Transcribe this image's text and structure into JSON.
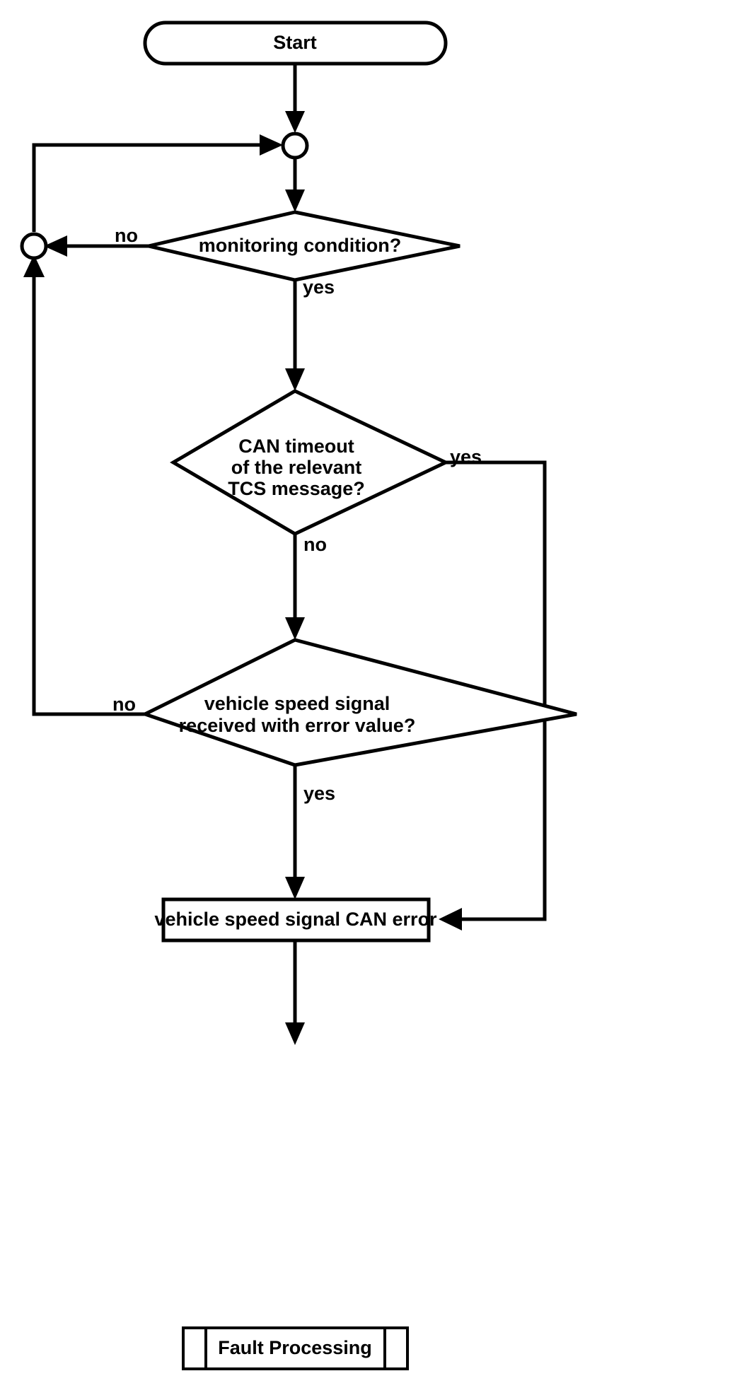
{
  "diagram": {
    "type": "flowchart",
    "title": "Vehicle speed signal CAN error monitoring flowchart",
    "background_color": "#ffffff",
    "line_color": "#000000",
    "text_color": "#000000",
    "nodes": {
      "start": {
        "shape": "terminator",
        "label": "Start"
      },
      "loop_junction": {
        "shape": "connector-circle",
        "label": ""
      },
      "left_junction": {
        "shape": "connector-circle",
        "label": ""
      },
      "monitoring_condition": {
        "shape": "decision",
        "label": "monitoring condition?"
      },
      "can_timeout": {
        "shape": "decision",
        "line1": "CAN timeout",
        "line2": "of the relevant",
        "line3": "TCS message?"
      },
      "vehicle_speed_error": {
        "shape": "decision",
        "line1": "vehicle speed signal",
        "line2": "received with error value?"
      },
      "can_error_box": {
        "shape": "process",
        "label": "vehicle speed signal CAN error"
      },
      "fault_processing": {
        "shape": "predefined-process",
        "label": "Fault Processing"
      }
    },
    "edge_labels": {
      "monitoring_no": "no",
      "monitoring_yes": "yes",
      "can_timeout_yes": "yes",
      "can_timeout_no": "no",
      "vehicle_speed_no": "no",
      "vehicle_speed_yes": "yes"
    }
  }
}
